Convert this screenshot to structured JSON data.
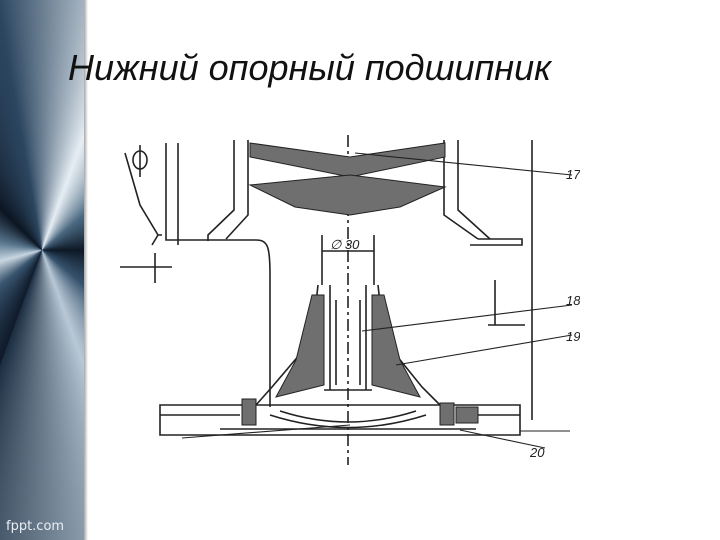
{
  "slide": {
    "title": "Нижний опорный подшипник",
    "brand": "fppt.com",
    "accent": "#2c4660"
  },
  "drawing": {
    "diameter_label": "∅ 30",
    "callouts": [
      "17",
      "18",
      "19",
      "20"
    ],
    "fill_color": "#6f6f6f",
    "line_color": "#222222"
  }
}
